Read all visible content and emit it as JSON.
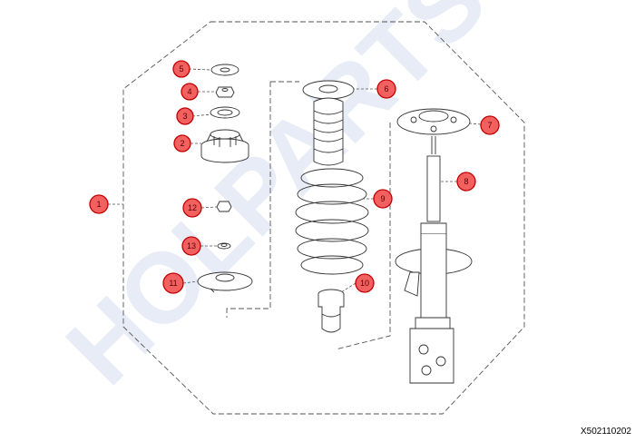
{
  "watermark": "HOLPARTS",
  "document_code": "X502110202",
  "callouts": [
    "1",
    "2",
    "3",
    "4",
    "5",
    "6",
    "7",
    "8",
    "9",
    "10",
    "11",
    "12",
    "13"
  ],
  "colors": {
    "callout_fill": "#f26060",
    "callout_stroke": "#c00000",
    "watermark": "#e8ecf6"
  }
}
